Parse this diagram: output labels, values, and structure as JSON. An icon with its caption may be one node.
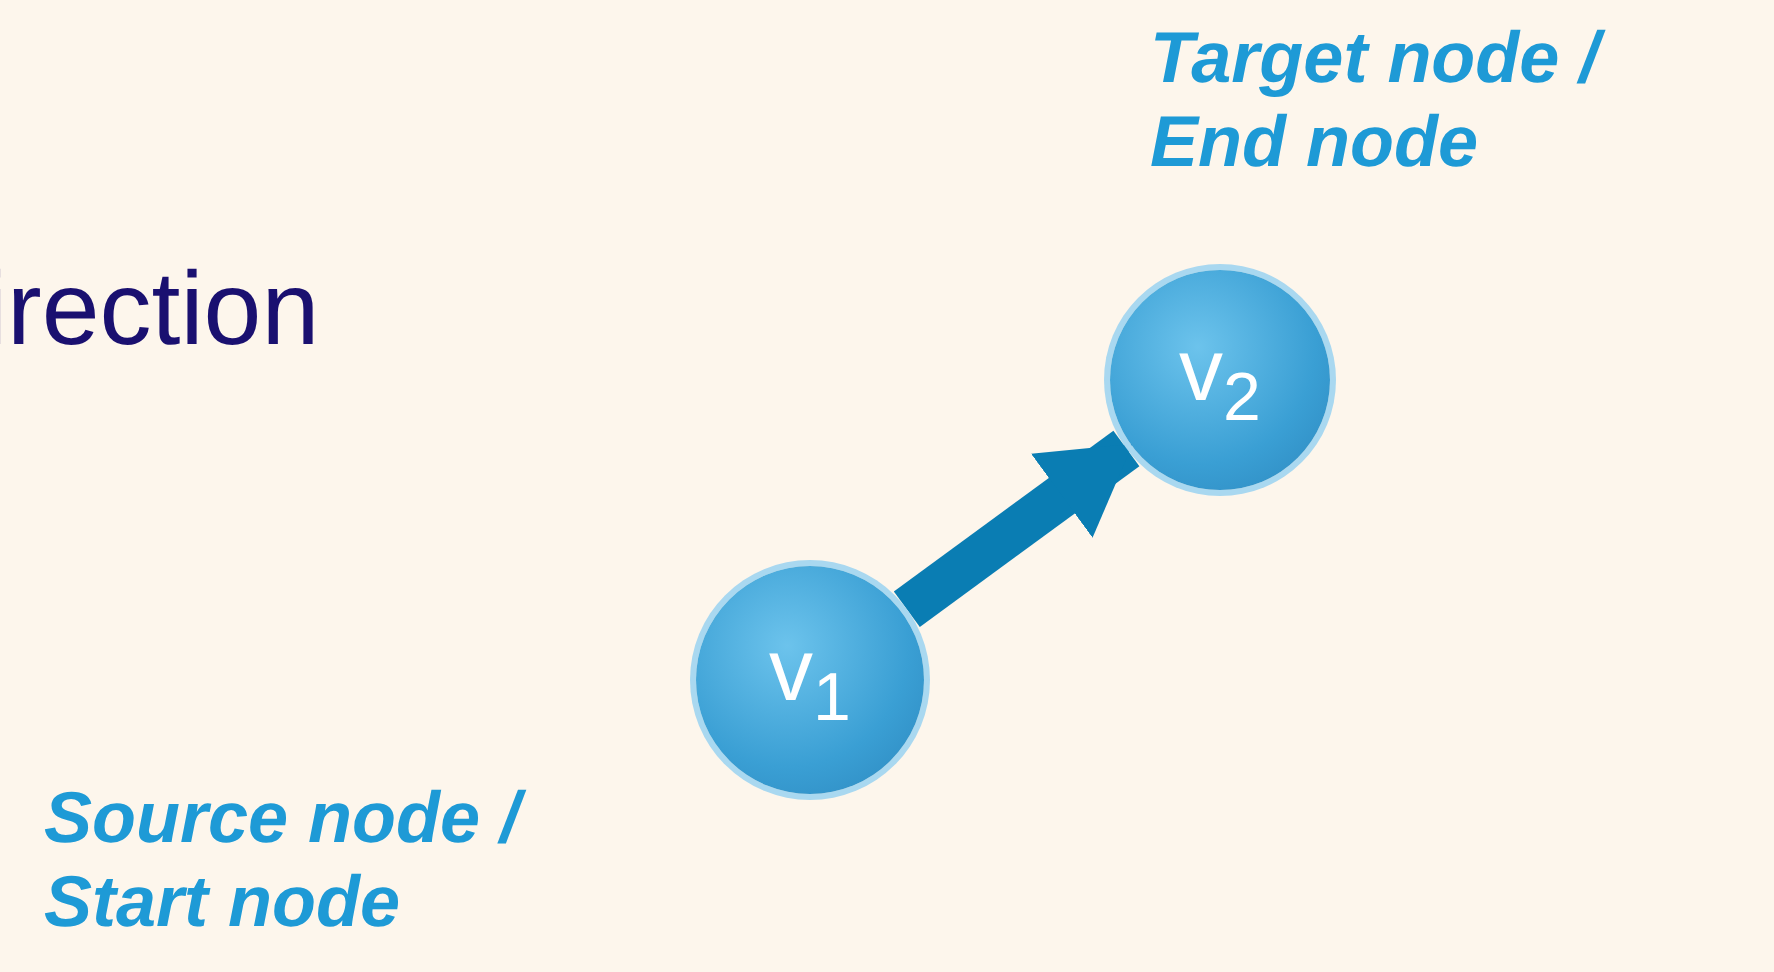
{
  "diagram": {
    "nodes": [
      {
        "text": [
          "v$_{1}$"
        ],
        "beside": [
          "Source node / Start node"
        ]
      },
      {
        "text": [
          "v$_{2}$"
        ],
        "beside": [
          "Target node / End node"
        ]
      }
    ],
    "edges": [
      {
        "from": 0,
        "to": 1,
        "arrow": "to"
      }
    ],
    "labels": [
      "irection"
    ]
  }
}
